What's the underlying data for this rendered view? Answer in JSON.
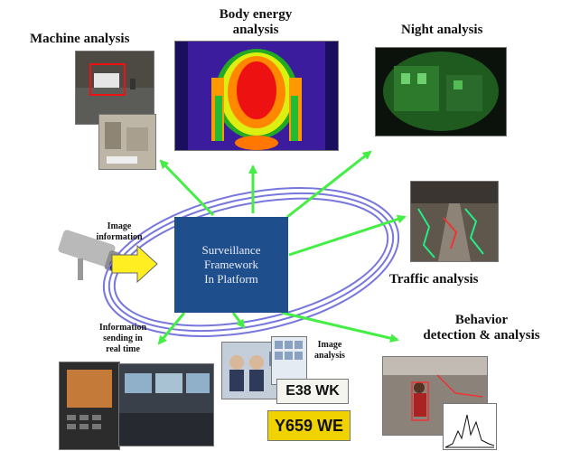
{
  "labels": {
    "machine": "Machine analysis",
    "body_line1": "Body energy",
    "body_line2": "analysis",
    "night": "Night analysis",
    "traffic": "Traffic analysis",
    "behavior_line1": "Behavior",
    "behavior_line2": "detection & analysis",
    "image_info_line1": "Image",
    "image_info_line2": "information",
    "sending_line1": "Information",
    "sending_line2": "sending in",
    "sending_line3": "real time",
    "image_analysis_line1": "Image",
    "image_analysis_line2": "analysis"
  },
  "center": {
    "line1": "Surveillance",
    "line2": "Framework",
    "line3": "In Platform"
  },
  "plates": {
    "plate1": "E38 WK",
    "plate2": "Y659 WE"
  },
  "colors": {
    "center_box": "#1f4e8c",
    "arrow": "#44ee44",
    "ring": "#7777dd",
    "input_arrow": "#ffee22"
  }
}
